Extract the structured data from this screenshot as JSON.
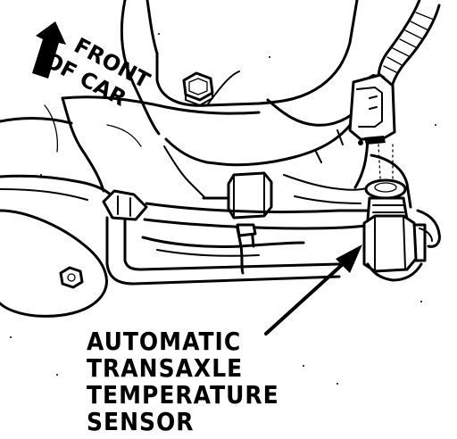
{
  "direction_label": {
    "line1": "FRONT",
    "line2": "OF CAR"
  },
  "callout": {
    "line1": "AUTOMATIC",
    "line2": "TRANSAXLE",
    "line3": "TEMPERATURE",
    "line4": "SENSOR"
  },
  "colors": {
    "ink": "#000000",
    "paper": "#ffffff"
  }
}
